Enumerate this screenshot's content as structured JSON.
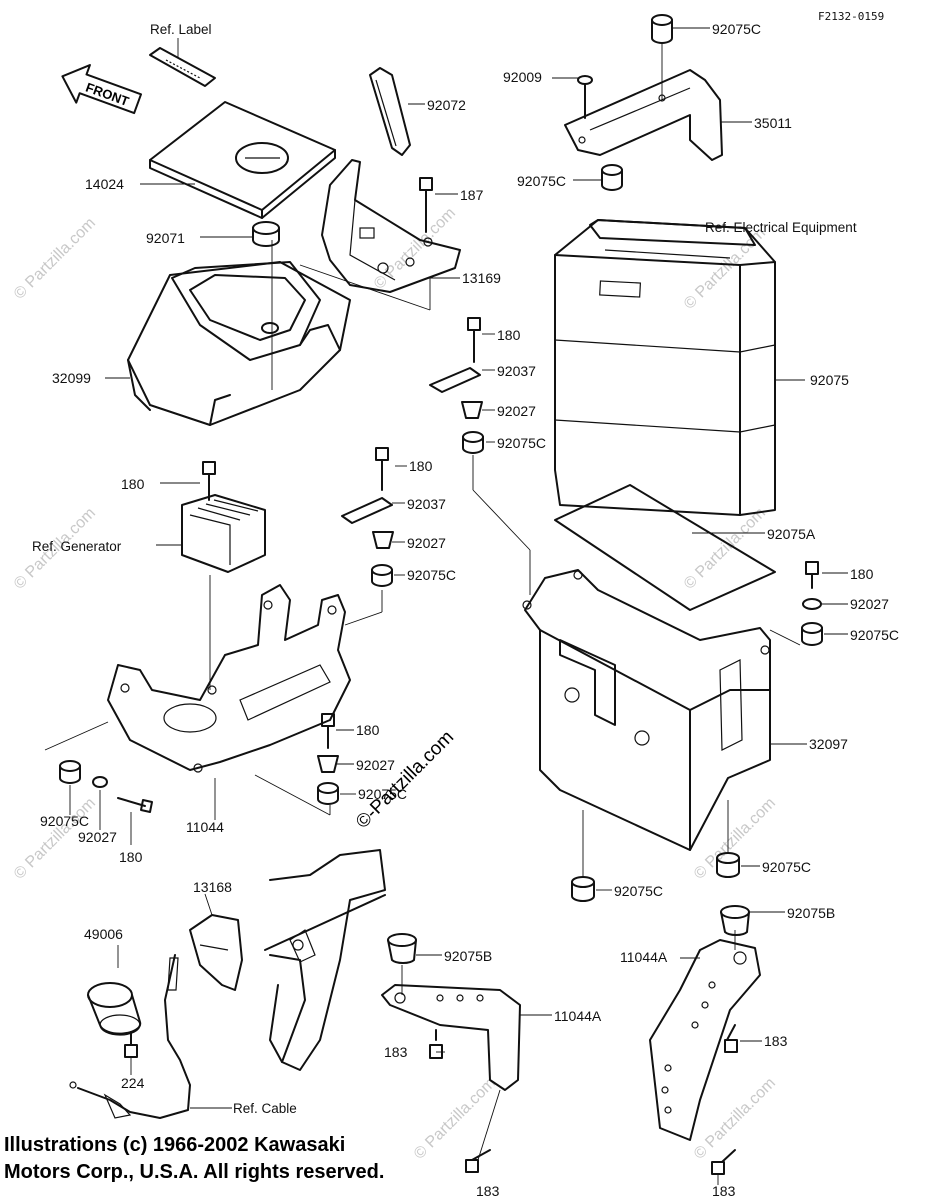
{
  "figure_code": "F2132-0159",
  "front_arrow_text": "FRONT",
  "reference_labels": {
    "ref_label": "Ref. Label",
    "ref_electrical": "Ref. Electrical Equipment",
    "ref_generator": "Ref. Generator",
    "ref_cable": "Ref. Cable"
  },
  "watermark": "© Partzilla.com",
  "watermark_main": "©-Partzilla.com",
  "copyright": {
    "line1": "Illustrations (c) 1966-2002 Kawasaki",
    "line2": "Motors Corp., U.S.A.  All rights reserved."
  },
  "part_labels": [
    "92075C",
    "92009",
    "35011",
    "92075C",
    "92072",
    "14024",
    "187",
    "92071",
    "13169",
    "32099",
    "180",
    "92037",
    "92027",
    "92075C",
    "92075",
    "180",
    "180",
    "92037",
    "92027",
    "92075C",
    "92075A",
    "180",
    "92027",
    "92075C",
    "32097",
    "180",
    "92027",
    "92075C",
    "92075C",
    "92027",
    "180",
    "11044",
    "13168",
    "49006",
    "92075C",
    "92075B",
    "92075C",
    "92075B",
    "11044A",
    "11044A",
    "183",
    "183",
    "224",
    "183",
    "183"
  ]
}
